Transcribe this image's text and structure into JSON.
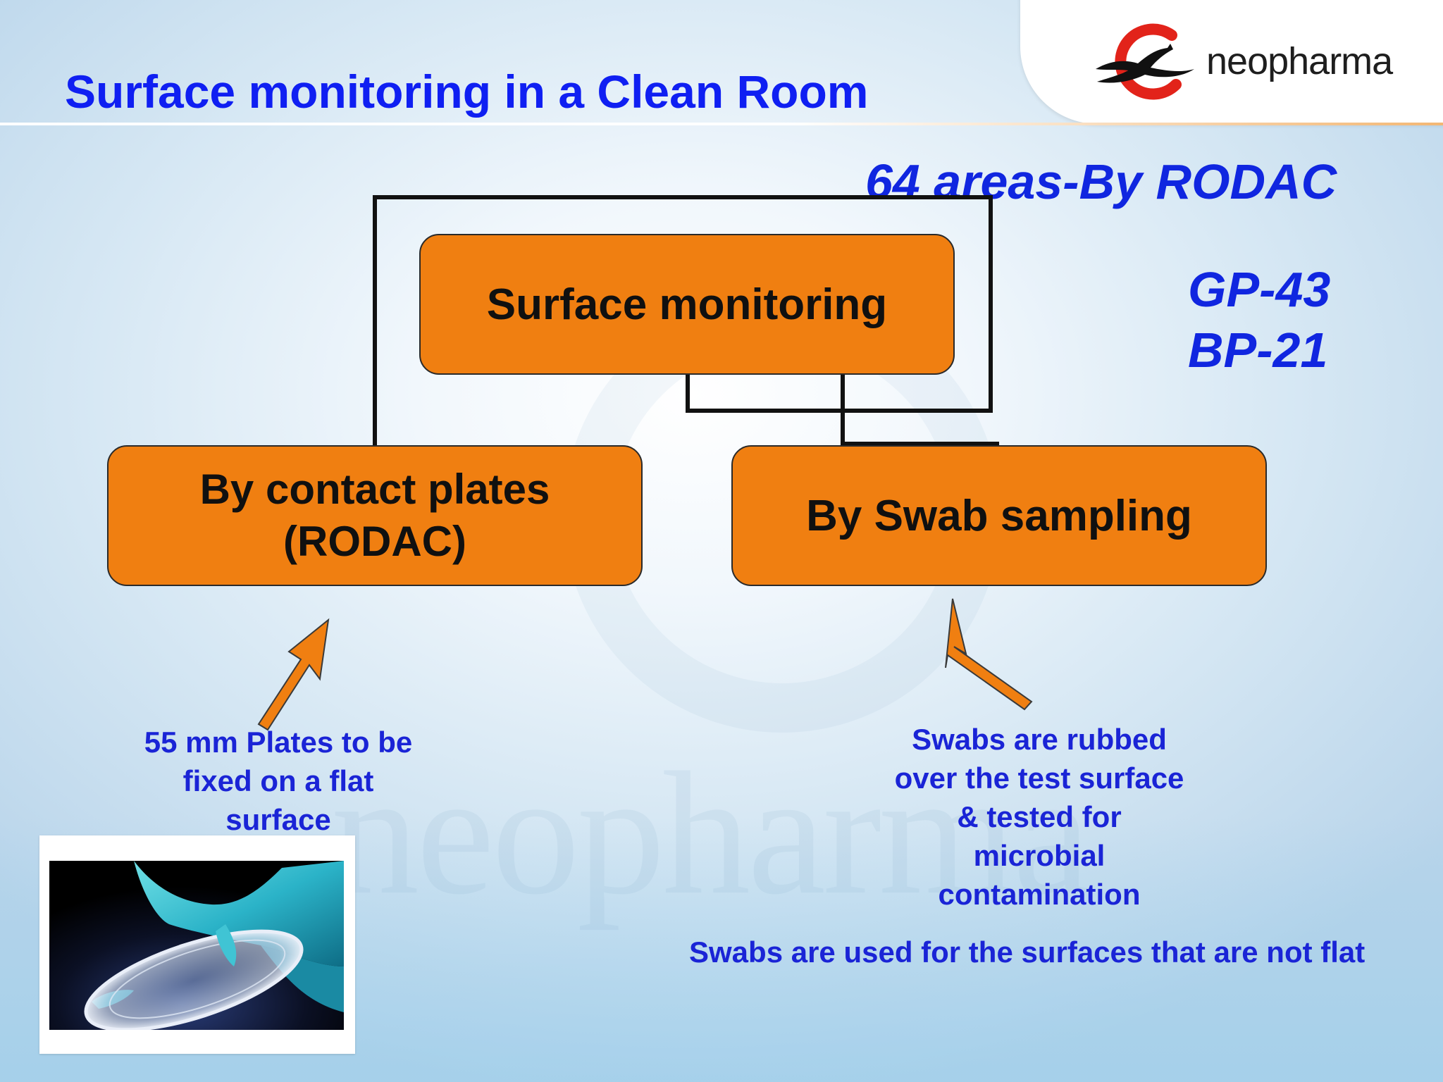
{
  "header": {
    "title": "Surface monitoring in a Clean Room",
    "logo_text": "neopharma",
    "accent_color": "#0f1ff2"
  },
  "diagram": {
    "root": {
      "label": "Surface monitoring"
    },
    "children": [
      {
        "lines": [
          "By contact plates",
          "(RODAC)"
        ]
      },
      {
        "label": "By Swab sampling"
      }
    ],
    "box_color": "#f07f11"
  },
  "notes": {
    "areas": "64 areas-By RODAC",
    "gp": "GP-43",
    "bp": "BP-21"
  },
  "captions": {
    "left": [
      "55 mm Plates to be",
      "fixed on a flat",
      "surface"
    ],
    "right": [
      "Swabs are rubbed",
      "over the test surface",
      "& tested for",
      "microbial",
      "contamination"
    ],
    "bottom": "Swabs are used for the surfaces that are not flat"
  }
}
